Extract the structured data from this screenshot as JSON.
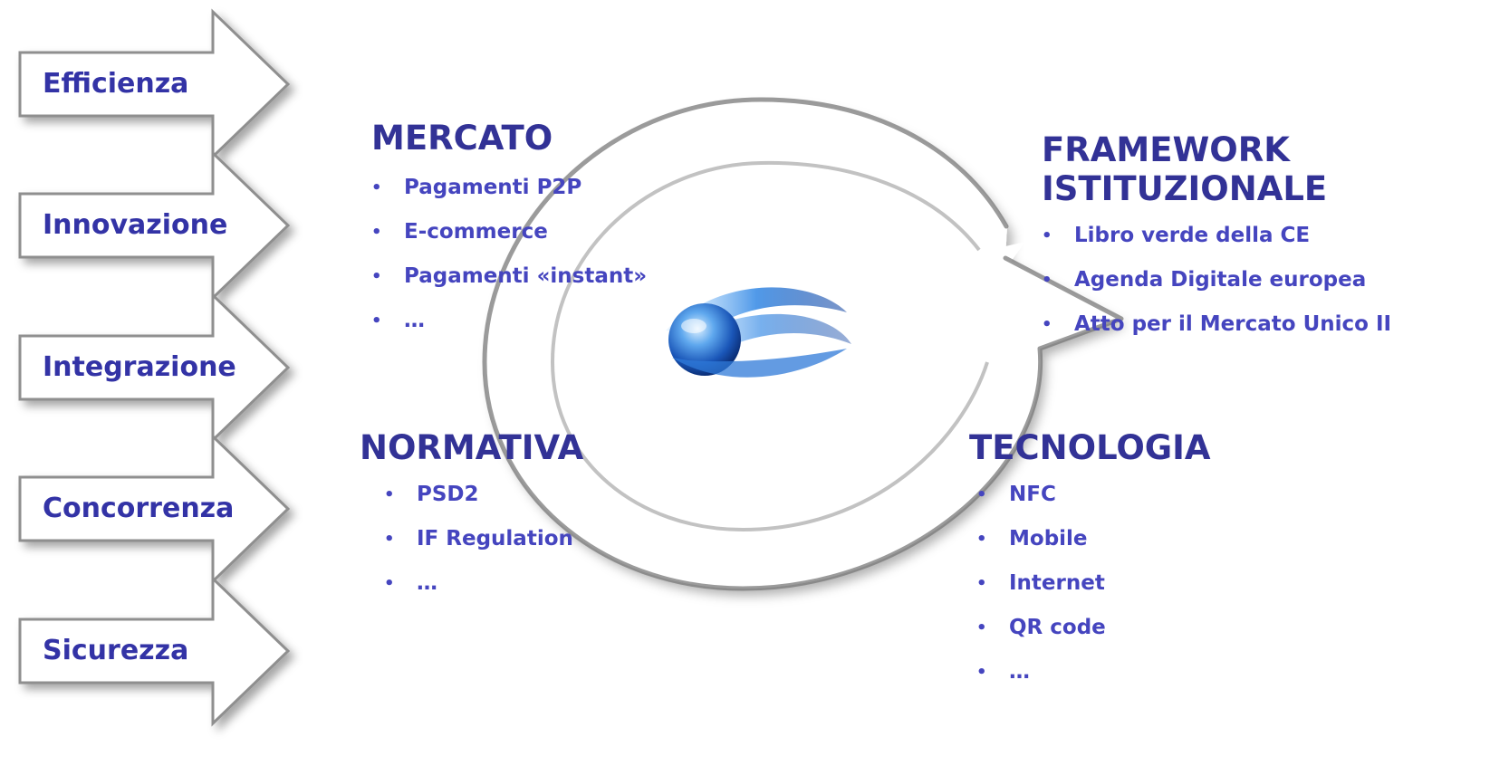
{
  "arrows": [
    {
      "label": "Efficienza"
    },
    {
      "label": "Innovazione"
    },
    {
      "label": "Integrazione"
    },
    {
      "label": "Concorrenza"
    },
    {
      "label": "Sicurezza"
    }
  ],
  "sections": {
    "mercato": {
      "title": "MERCATO",
      "items": [
        "Pagamenti P2P",
        "E-commerce",
        "Pagamenti «instant»",
        "…"
      ]
    },
    "framework": {
      "title_line1": "FRAMEWORK",
      "title_line2": "ISTITUZIONALE",
      "items": [
        "Libro verde della CE",
        "Agenda Digitale europea",
        "Atto per il Mercato Unico II"
      ]
    },
    "normativa": {
      "title": "NORMATIVA",
      "items": [
        "PSD2",
        "IF Regulation",
        "…"
      ]
    },
    "tecnologia": {
      "title": "TECNOLOGIA",
      "items": [
        "NFC",
        "Mobile",
        "Internet",
        "QR code",
        "…"
      ]
    }
  },
  "bullet_glyph": "•",
  "icons": {
    "center": "globe-icon",
    "cycle": "circular-arrow-icon"
  },
  "colors": {
    "title": "#323296",
    "item": "#4545bf",
    "arrow_fill": "#ffffff",
    "arrow_stroke": "#8a8a8a",
    "globe": "#1f5fbf"
  }
}
